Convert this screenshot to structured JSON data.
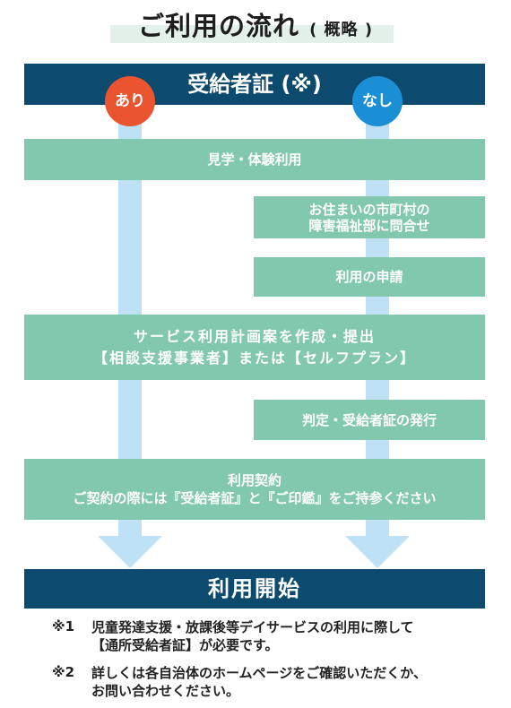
{
  "header": {
    "title": "ご利用の流れ",
    "subtitle": "( 概略 )"
  },
  "flow": {
    "top_band": "受給者証 (※)",
    "branch_yes": "あり",
    "branch_no": "なし",
    "steps": {
      "visit": "見学・体験利用",
      "contact": [
        "お住まいの市町村の",
        "障害福祉部に問合せ"
      ],
      "apply": "利用の申請",
      "plan": [
        "サービス利用計画案を作成・提出",
        "【相談支援事業者】または【セルフプラン】"
      ],
      "decision": "判定・受給者証の発行",
      "contract": [
        "利用契約",
        "ご契約の際には『受給者証』と『ご印鑑』をご持参ください"
      ]
    },
    "bottom_band": "利用開始"
  },
  "notes": [
    {
      "mark": "※1",
      "lines": [
        "児童発達支援・放課後等デイサービスの利用に際して",
        "【通所受給者証】が必要です。"
      ]
    },
    {
      "mark": "※2",
      "lines": [
        "詳しくは各自治体のホームページをご確認いただくか、",
        "お問い合わせください。"
      ]
    }
  ],
  "colors": {
    "band": "#0c4a6e",
    "step_box": "#82c8ae",
    "rail": "#bfe1f6",
    "yes_circle": "#ea5530",
    "no_circle": "#1b8fd6",
    "title_highlight": "#e3f1ea"
  }
}
